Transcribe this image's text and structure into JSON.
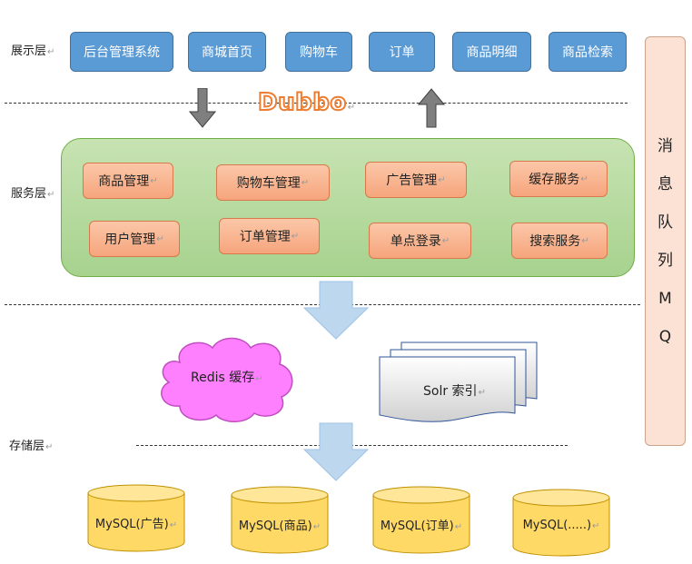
{
  "layers": {
    "presentation": "展示层",
    "service": "服务层",
    "storage": "存储层"
  },
  "presentation_items": [
    "后台管理系统",
    "商城首页",
    "购物车",
    "订单",
    "商品明细",
    "商品检索"
  ],
  "rpc_label": "Dubbo",
  "service_items": [
    "商品管理",
    "购物车管理",
    "广告管理",
    "缓存服务",
    "用户管理",
    "订单管理",
    "单点登录",
    "搜索服务"
  ],
  "message_queue": [
    "消",
    "息",
    "队",
    "列",
    "M",
    "Q"
  ],
  "cache_label": "Redis 缓存",
  "search_label": "Solr 索引",
  "databases": [
    "MySQL(广告)",
    "MySQL(商品)",
    "MySQL(订单)",
    "MySQL(.....)"
  ],
  "colors": {
    "presentation_fill": "#5b9bd5",
    "service_container": "#a9d18e",
    "service_item": "#f8b591",
    "mq_fill": "#fbe2d5",
    "cache_cloud": "#ff80ff",
    "database_fill": "#ffd966",
    "arrow_fill": "#bdd7ee",
    "dubbo_outline": "#ed7d31"
  }
}
